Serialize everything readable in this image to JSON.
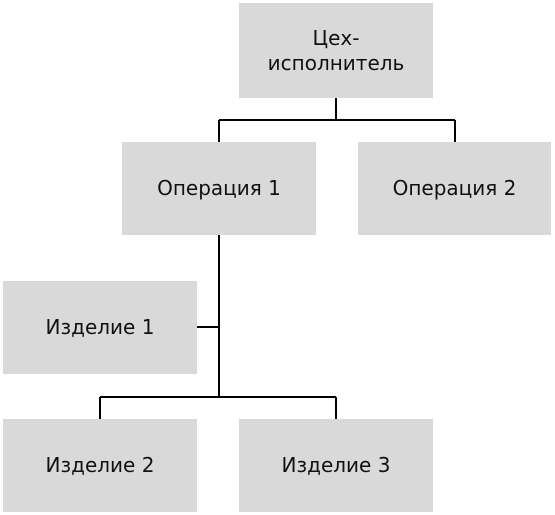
{
  "diagram": {
    "type": "org-chart",
    "node_fill": "#d9d9d9",
    "line_color": "#000000",
    "nodes": {
      "root": {
        "label": "Цех-\nисполнитель"
      },
      "op1": {
        "label": "Операция 1"
      },
      "op2": {
        "label": "Операция 2"
      },
      "p1": {
        "label": "Изделие 1"
      },
      "p2": {
        "label": "Изделие 2"
      },
      "p3": {
        "label": "Изделие 3"
      }
    },
    "edges": [
      {
        "from": "root",
        "to": "op1"
      },
      {
        "from": "root",
        "to": "op2"
      },
      {
        "from": "op1",
        "to": "p1"
      },
      {
        "from": "op1",
        "to": "p2"
      },
      {
        "from": "op1",
        "to": "p3"
      }
    ]
  }
}
